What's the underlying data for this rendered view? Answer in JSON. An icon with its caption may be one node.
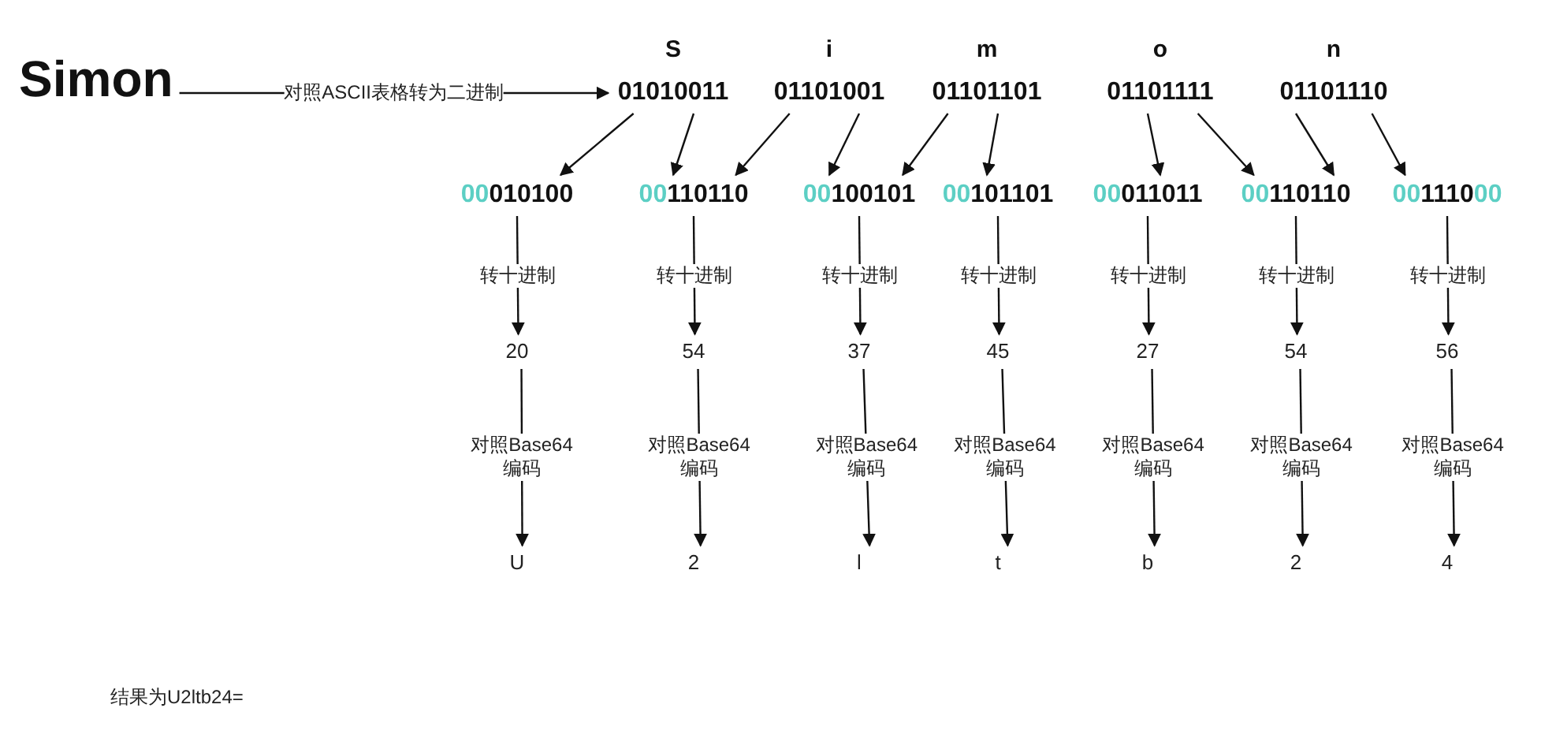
{
  "diagram": {
    "nodes": [
      {
        "text": [
          "Simon"
        ]
      },
      {
        "text": [
          "S",
          "01010011"
        ]
      },
      {
        "text": [
          "i",
          "01101001"
        ]
      },
      {
        "text": [
          "m",
          "01101101"
        ]
      },
      {
        "text": [
          "o",
          "01101111"
        ]
      },
      {
        "text": [
          "n",
          "01101110"
        ]
      },
      {
        "text": [
          "00",
          "010100"
        ]
      },
      {
        "text": [
          "00",
          "110110"
        ]
      },
      {
        "text": [
          "00",
          "100101"
        ]
      },
      {
        "text": [
          "00",
          "101101"
        ]
      },
      {
        "text": [
          "00",
          "011011"
        ]
      },
      {
        "text": [
          "00",
          "110110"
        ]
      },
      {
        "text": [
          "00",
          "1110",
          "00"
        ]
      },
      {
        "text": [
          "20"
        ]
      },
      {
        "text": [
          "54"
        ]
      },
      {
        "text": [
          "37"
        ]
      },
      {
        "text": [
          "45"
        ]
      },
      {
        "text": [
          "27"
        ]
      },
      {
        "text": [
          "54"
        ]
      },
      {
        "text": [
          "56"
        ]
      },
      {
        "text": [
          "U"
        ]
      },
      {
        "text": [
          "2"
        ]
      },
      {
        "text": [
          "l"
        ]
      },
      {
        "text": [
          "t"
        ]
      },
      {
        "text": [
          "b"
        ]
      },
      {
        "text": [
          "2"
        ]
      },
      {
        "text": [
          "4"
        ]
      }
    ],
    "edges": [
      {
        "from": 0,
        "to": 1,
        "arrow": "to",
        "label": "对照ASCII表格转为二进制"
      },
      {
        "from": 1,
        "to": 6,
        "arrow": "to"
      },
      {
        "from": 1,
        "to": 7,
        "arrow": "to"
      },
      {
        "from": 2,
        "to": 7,
        "arrow": "to"
      },
      {
        "from": 2,
        "to": 8,
        "arrow": "to"
      },
      {
        "from": 3,
        "to": 8,
        "arrow": "to"
      },
      {
        "from": 3,
        "to": 9,
        "arrow": "to"
      },
      {
        "from": 4,
        "to": 10,
        "arrow": "to"
      },
      {
        "from": 4,
        "to": 11,
        "arrow": "to"
      },
      {
        "from": 5,
        "to": 11,
        "arrow": "to"
      },
      {
        "from": 5,
        "to": 12,
        "arrow": "to"
      },
      {
        "from": 6,
        "to": 13,
        "arrow": "to",
        "label": "转十进制"
      },
      {
        "from": 7,
        "to": 14,
        "arrow": "to",
        "label": "转十进制"
      },
      {
        "from": 8,
        "to": 15,
        "arrow": "to",
        "label": "转十进制"
      },
      {
        "from": 9,
        "to": 16,
        "arrow": "to",
        "label": "转十进制"
      },
      {
        "from": 10,
        "to": 17,
        "arrow": "to",
        "label": "转十进制"
      },
      {
        "from": 11,
        "to": 18,
        "arrow": "to",
        "label": "转十进制"
      },
      {
        "from": 12,
        "to": 19,
        "arrow": "to",
        "label": "转十进制"
      },
      {
        "from": 13,
        "to": 20,
        "arrow": "to",
        "label": "对照Base64编码"
      },
      {
        "from": 14,
        "to": 21,
        "arrow": "to",
        "label": "对照Base64编码"
      },
      {
        "from": 15,
        "to": 22,
        "arrow": "to",
        "label": "对照Base64编码"
      },
      {
        "from": 16,
        "to": 23,
        "arrow": "to",
        "label": "对照Base64编码"
      },
      {
        "from": 17,
        "to": 24,
        "arrow": "to",
        "label": "对照Base64编码"
      },
      {
        "from": 18,
        "to": 25,
        "arrow": "to",
        "label": "对照Base64编码"
      },
      {
        "from": 19,
        "to": 26,
        "arrow": "to",
        "label": "对照Base64编码"
      }
    ],
    "labels": [
      "结果为U2ltb24="
    ]
  }
}
